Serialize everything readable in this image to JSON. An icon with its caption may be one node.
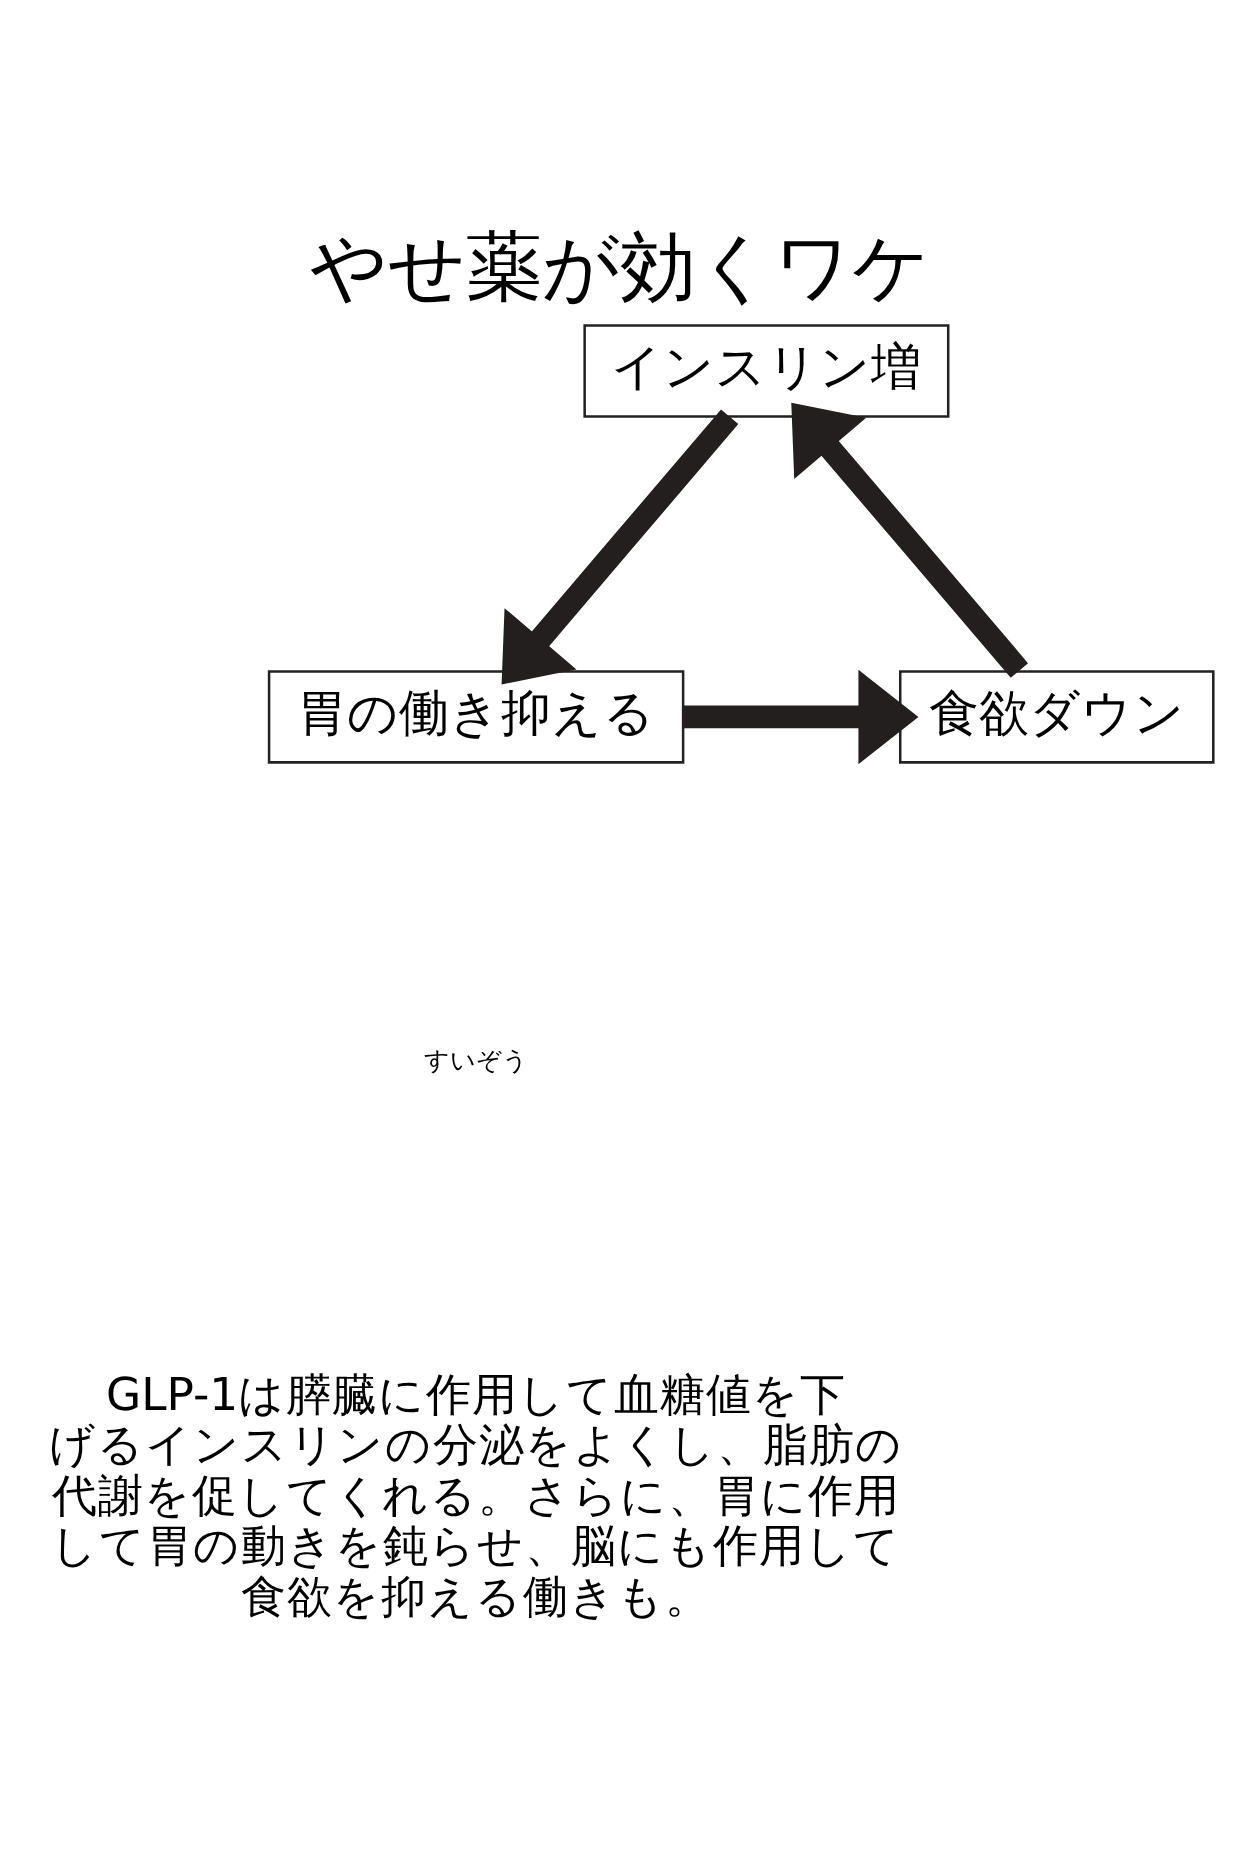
{
  "diagram": {
    "title": "やせ薬が効くワケ",
    "caption": "GLP-1は膵臓に作用して血糖値を下げるインスリンの分泌をよくし、脂肪の代謝を促してくれる。さらに、胃に作用して胃の動きを鈍らせ、脳にも作用して食欲を抑える働きも。",
    "nodes": [
      {
        "text": [
          "インスリン増"
        ]
      },
      {
        "text": [
          "胃の働き抑える"
        ]
      },
      {
        "text": [
          "食欲ダウン"
        ]
      }
    ],
    "edges": [
      {
        "from": 0,
        "to": 1,
        "arrow": "to"
      },
      {
        "from": 1,
        "to": 2,
        "arrow": "to"
      },
      {
        "from": 2,
        "to": 0,
        "arrow": "to"
      }
    ],
    "labels": [
      "すいぞう"
    ]
  }
}
